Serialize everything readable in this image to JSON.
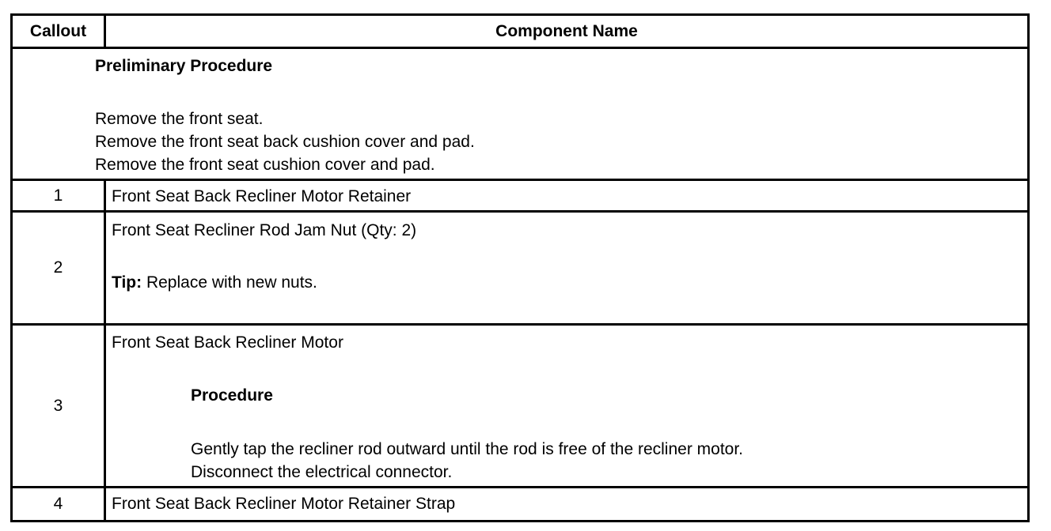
{
  "header": {
    "callout": "Callout",
    "component_name": "Component Name"
  },
  "preliminary": {
    "title": "Preliminary Procedure",
    "steps": [
      "Remove the front seat.",
      "Remove the front seat back cushion cover and pad.",
      "Remove the front seat cushion cover and pad."
    ]
  },
  "rows": [
    {
      "callout": "1",
      "name": "Front Seat Back Recliner Motor Retainer"
    },
    {
      "callout": "2",
      "name": "Front Seat Recliner Rod Jam Nut (Qty: 2)",
      "tip_label": "Tip:",
      "tip_text": " Replace with new nuts."
    },
    {
      "callout": "3",
      "name": "Front Seat Back Recliner Motor",
      "procedure_title": "Procedure",
      "procedure_steps": [
        "Gently tap the recliner rod outward until the rod is free of the recliner motor.",
        "Disconnect the electrical connector."
      ]
    },
    {
      "callout": "4",
      "name": "Front Seat Back Recliner Motor Retainer Strap"
    }
  ]
}
